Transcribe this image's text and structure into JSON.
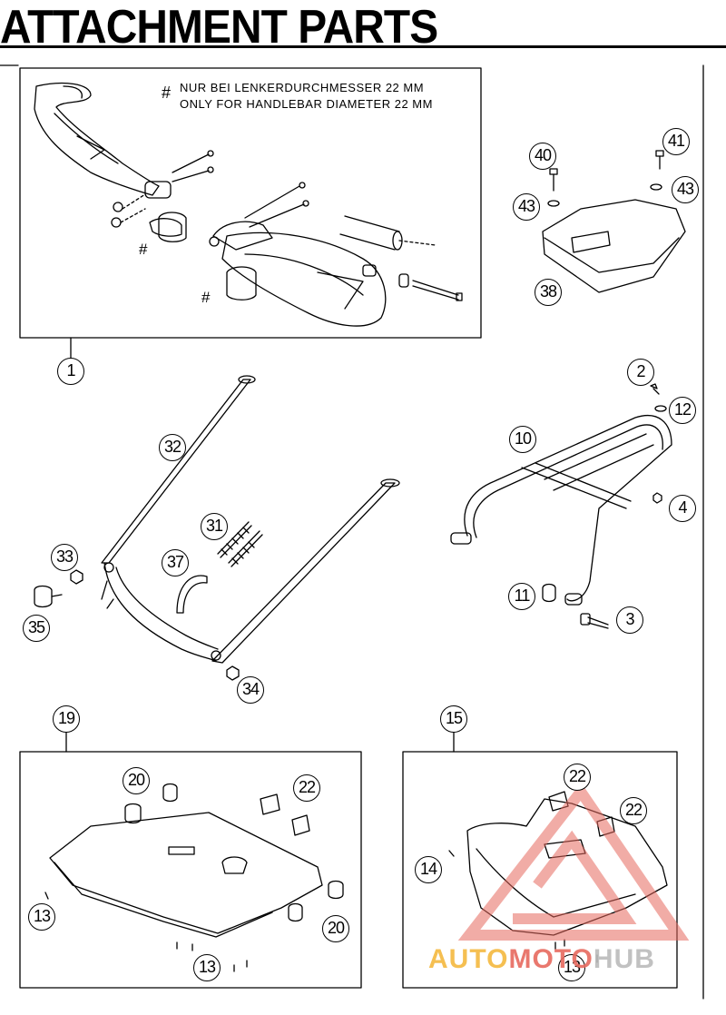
{
  "title": "ATTACHMENT PARTS",
  "note": {
    "symbol": "#",
    "line1": "NUR BEI LENKERDURCHMESSER 22 MM",
    "line2": "ONLY FOR HANDLEBAR DIAMETER 22 MM"
  },
  "hash_marks": [
    "#",
    "#",
    "#"
  ],
  "callouts": {
    "c1": "1",
    "c2": "2",
    "c3": "3",
    "c4": "4",
    "c10": "10",
    "c11": "11",
    "c12": "12",
    "c13a": "13",
    "c13b": "13",
    "c13c": "13",
    "c14": "14",
    "c15": "15",
    "c19": "19",
    "c20a": "20",
    "c20b": "20",
    "c22a": "22",
    "c22b": "22",
    "c22c": "22",
    "c31": "31",
    "c32": "32",
    "c33": "33",
    "c34": "34",
    "c35": "35",
    "c37": "37",
    "c38": "38",
    "c40": "40",
    "c41": "41",
    "c43a": "43",
    "c43b": "43"
  },
  "watermark": {
    "part1": "AUTO",
    "part2": "MOTO",
    "part3": "HUB"
  },
  "colors": {
    "watermark_yellow": "#f4b93f",
    "watermark_red": "#e76a5f",
    "watermark_gray": "#bbbbbb",
    "line": "#000000"
  }
}
